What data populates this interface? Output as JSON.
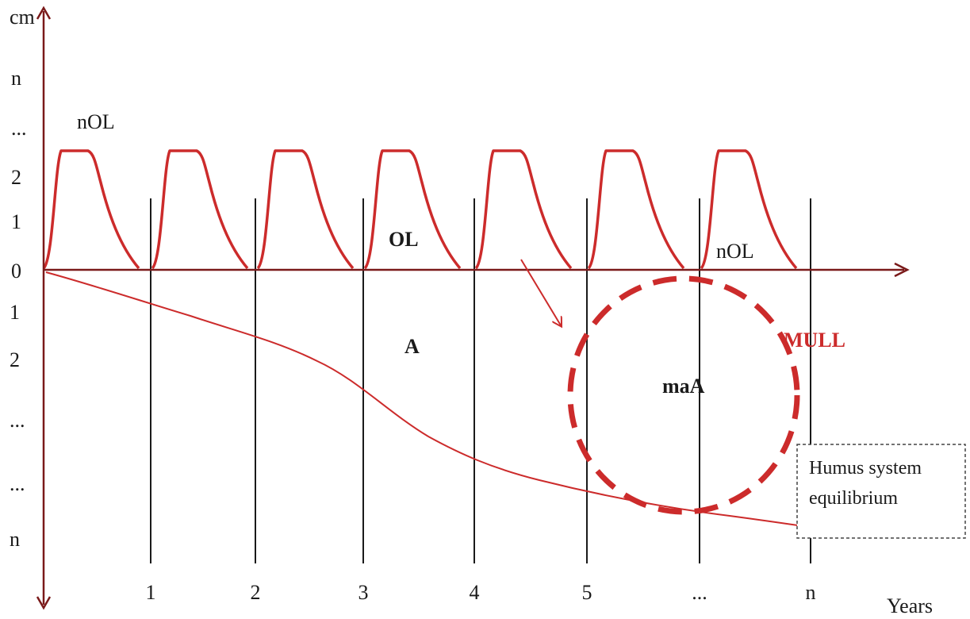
{
  "diagram": {
    "y_axis_label": "cm",
    "y_ticks_above": [
      "n",
      "...",
      "2",
      "1"
    ],
    "zero_label": "0",
    "y_ticks_below": [
      "1",
      "2",
      "...",
      "...",
      "n"
    ],
    "x_axis_label": "Years",
    "x_ticks": [
      "1",
      "2",
      "3",
      "4",
      "5",
      "...",
      "n"
    ],
    "labels": {
      "nol_left": "nOL",
      "nol_right": "nOL",
      "ol": "OL",
      "a": "A",
      "maa": "maA",
      "mull": "MULL",
      "equilibrium_line1": "Humus system",
      "equilibrium_line2": "equilibrium"
    },
    "litter_pulse_count": 7,
    "colors": {
      "axis": "#7a1a1a",
      "curve": "#cc2b2b",
      "grid": "#1a1a1a",
      "text": "#1a1a1a",
      "mull": "#cc2b2b"
    }
  }
}
